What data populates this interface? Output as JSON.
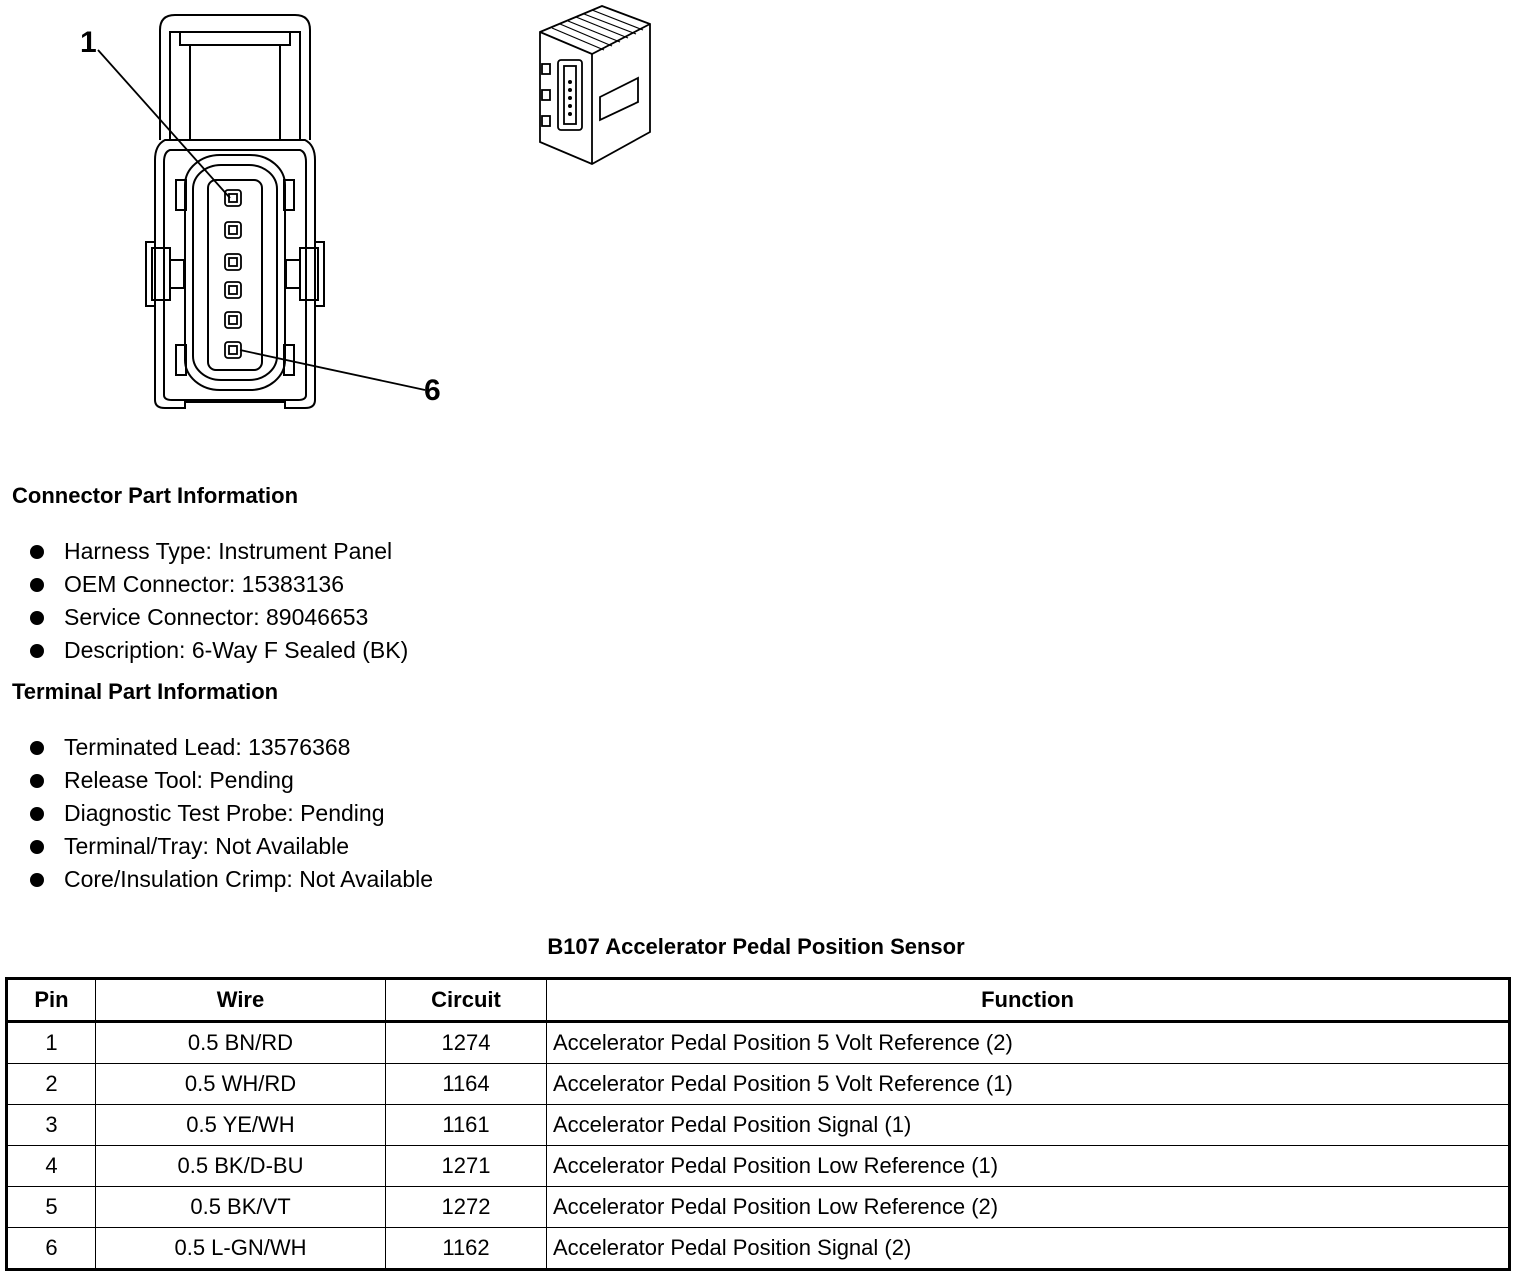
{
  "callouts": {
    "first_pin": "1",
    "last_pin": "6"
  },
  "connector_info": {
    "heading": "Connector Part Information",
    "items": [
      "Harness Type: Instrument Panel",
      "OEM Connector: 15383136",
      "Service Connector: 89046653",
      "Description: 6-Way F Sealed (BK)"
    ]
  },
  "terminal_info": {
    "heading": "Terminal Part Information",
    "items": [
      "Terminated Lead: 13576368",
      "Release Tool: Pending",
      "Diagnostic Test Probe: Pending",
      "Terminal/Tray: Not Available",
      "Core/Insulation Crimp: Not Available"
    ]
  },
  "table": {
    "title": "B107 Accelerator Pedal Position Sensor",
    "headers": {
      "pin": "Pin",
      "wire": "Wire",
      "circuit": "Circuit",
      "function": "Function"
    },
    "rows": [
      {
        "pin": "1",
        "wire": "0.5 BN/RD",
        "circuit": "1274",
        "function": "Accelerator Pedal Position 5 Volt Reference (2)"
      },
      {
        "pin": "2",
        "wire": "0.5 WH/RD",
        "circuit": "1164",
        "function": "Accelerator Pedal Position 5 Volt Reference (1)"
      },
      {
        "pin": "3",
        "wire": "0.5 YE/WH",
        "circuit": "1161",
        "function": "Accelerator Pedal Position Signal (1)"
      },
      {
        "pin": "4",
        "wire": "0.5 BK/D-BU",
        "circuit": "1271",
        "function": "Accelerator Pedal Position Low Reference (1)"
      },
      {
        "pin": "5",
        "wire": "0.5 BK/VT",
        "circuit": "1272",
        "function": "Accelerator Pedal Position Low Reference (2)"
      },
      {
        "pin": "6",
        "wire": "0.5 L-GN/WH",
        "circuit": "1162",
        "function": "Accelerator Pedal Position Signal (2)"
      }
    ]
  }
}
